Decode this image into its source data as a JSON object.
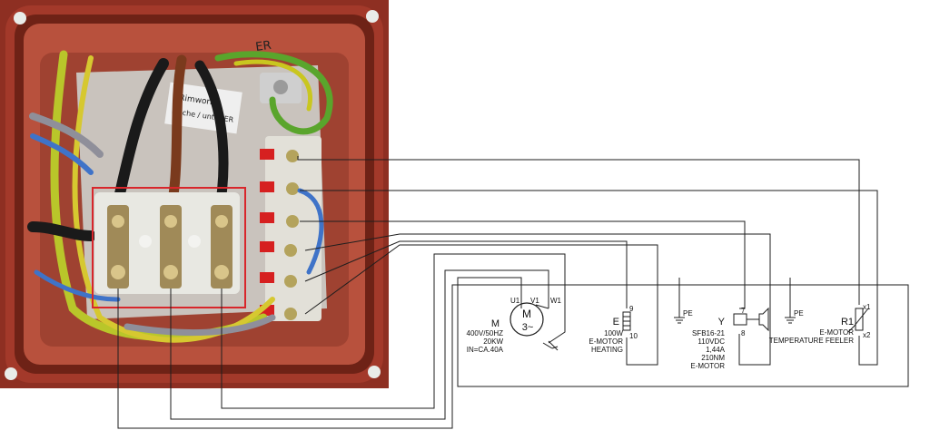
{
  "photo": {
    "sticker_text": [
      "Rimworld",
      "Mache / unter ER"
    ],
    "lid_marking": "ER",
    "highlight_color": "#d8262b"
  },
  "motor": {
    "symbol_letter": "M",
    "symbol_sub": "3~",
    "terminals": [
      "U1",
      "V1",
      "W1"
    ],
    "id": "M",
    "specs": [
      "400V/50HZ",
      "20KW",
      "IN=CA.40A"
    ]
  },
  "heater": {
    "id": "E",
    "pin_top": "9",
    "pin_bottom": "10",
    "specs": [
      "100W",
      "E-MOTOR",
      "HEATING"
    ]
  },
  "brake": {
    "id": "Y",
    "pin_top": "7",
    "pin_bottom": "8",
    "specs": [
      "SFB16-21",
      "110VDC",
      "1,44A",
      "210NM",
      "E-MOTOR"
    ]
  },
  "pe_labels": [
    "PE",
    "PE"
  ],
  "sensor": {
    "id": "R1",
    "pin_top": "x1",
    "pin_bottom": "x2",
    "specs": [
      "E-MOTOR",
      "TEMPERATURE FEELER"
    ]
  },
  "colors": {
    "housing": "#a3392a",
    "housing_dark": "#6e2216",
    "interior": "#b8513d",
    "terminal_block": "#e8e8e2",
    "wire_yellow_green": "#b9c62a",
    "wire_black": "#1a1a1a",
    "wire_brown": "#7a3a1d",
    "wire_blue": "#3f73c8",
    "wire_grey": "#8f8f9a",
    "line": "#1e1e1e"
  }
}
